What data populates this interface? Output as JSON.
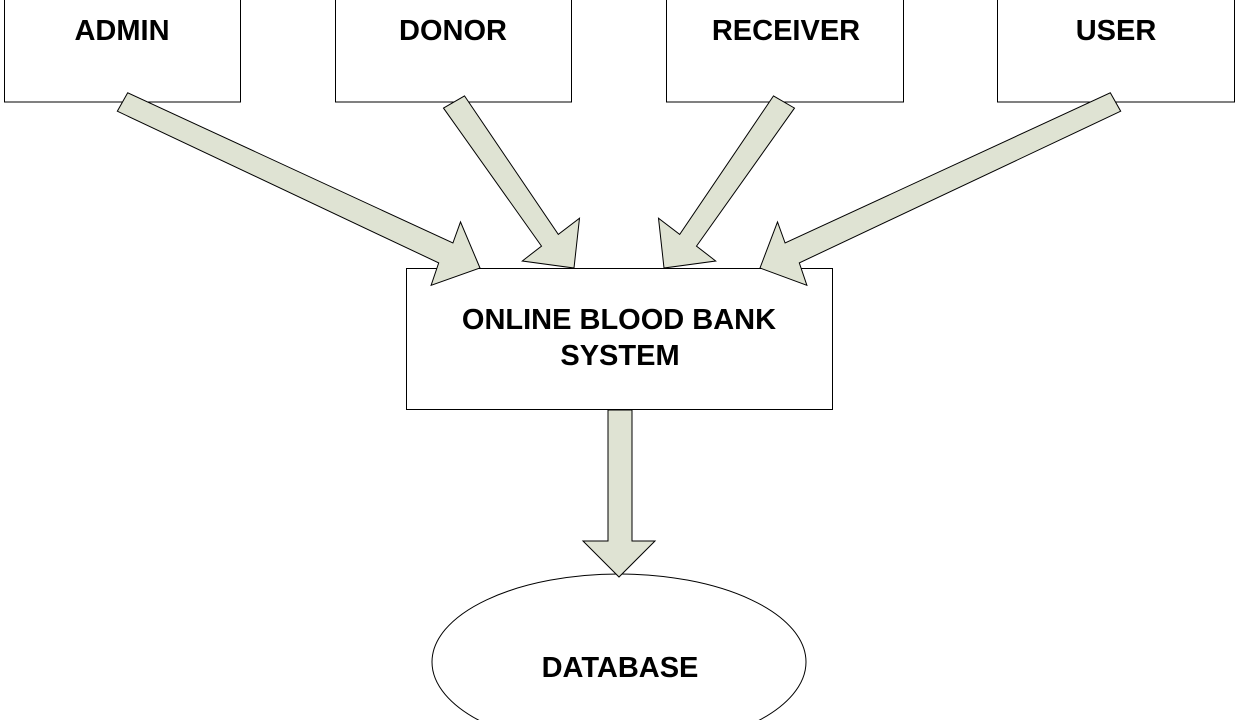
{
  "diagram": {
    "actors": {
      "admin": "ADMIN",
      "donor": "DONOR",
      "receiver": "RECEIVER",
      "user": "USER"
    },
    "system": {
      "line1": "ONLINE BLOOD BANK",
      "line2": "SYSTEM"
    },
    "database": "DATABASE"
  },
  "colors": {
    "arrow_fill": "#DFE3D3",
    "outline": "#000000",
    "box_fill": "#FFFFFF",
    "text": "#000000"
  }
}
